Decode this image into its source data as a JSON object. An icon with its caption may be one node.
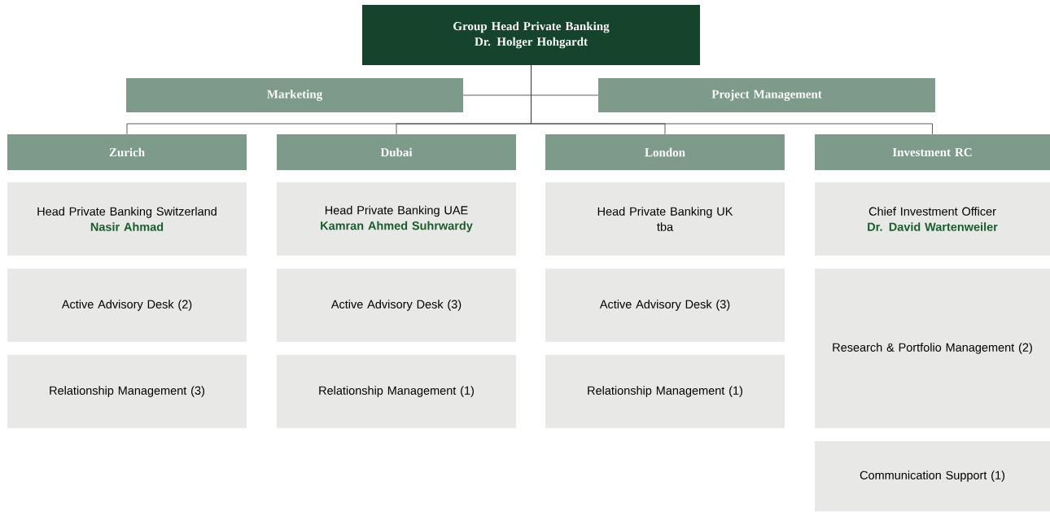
{
  "diagram": {
    "nodes": [
      {
        "text": [
          "Group Head Private Banking",
          "Dr. Holger Hohgardt"
        ]
      },
      {
        "text": [
          "Marketing"
        ]
      },
      {
        "text": [
          "Project Management"
        ]
      },
      {
        "text": [
          "Zurich"
        ]
      },
      {
        "text": [
          "Dubai"
        ]
      },
      {
        "text": [
          "London"
        ]
      },
      {
        "text": [
          "Investment RC"
        ]
      },
      {
        "text": [
          "Head Private Banking Switzerland",
          "Nasir Ahmad"
        ]
      },
      {
        "text": [
          "Active Advisory Desk (2)"
        ]
      },
      {
        "text": [
          "Relationship Management (3)"
        ]
      },
      {
        "text": [
          "Head Private Banking UAE",
          "Kamran Ahmed Suhrwardy"
        ]
      },
      {
        "text": [
          "Active Advisory Desk (3)"
        ]
      },
      {
        "text": [
          "Relationship Management (1)"
        ]
      },
      {
        "text": [
          "Head Private Banking UK",
          "tba"
        ]
      },
      {
        "text": [
          "Active Advisory Desk (3)"
        ]
      },
      {
        "text": [
          "Relationship Management (1)"
        ]
      },
      {
        "text": [
          "Chief Investment Officer",
          "Dr. David Wartenweiler"
        ]
      },
      {
        "text": [
          "Research & Portfolio Management (2)"
        ]
      },
      {
        "text": [
          "Communication Support (1)"
        ]
      }
    ],
    "edges": [
      {
        "from": 0,
        "to": 1,
        "arrow": "none"
      },
      {
        "from": 0,
        "to": 2,
        "arrow": "none"
      },
      {
        "from": 0,
        "to": 3,
        "arrow": "none"
      },
      {
        "from": 0,
        "to": 4,
        "arrow": "none"
      },
      {
        "from": 0,
        "to": 5,
        "arrow": "none"
      },
      {
        "from": 0,
        "to": 6,
        "arrow": "none"
      }
    ]
  }
}
